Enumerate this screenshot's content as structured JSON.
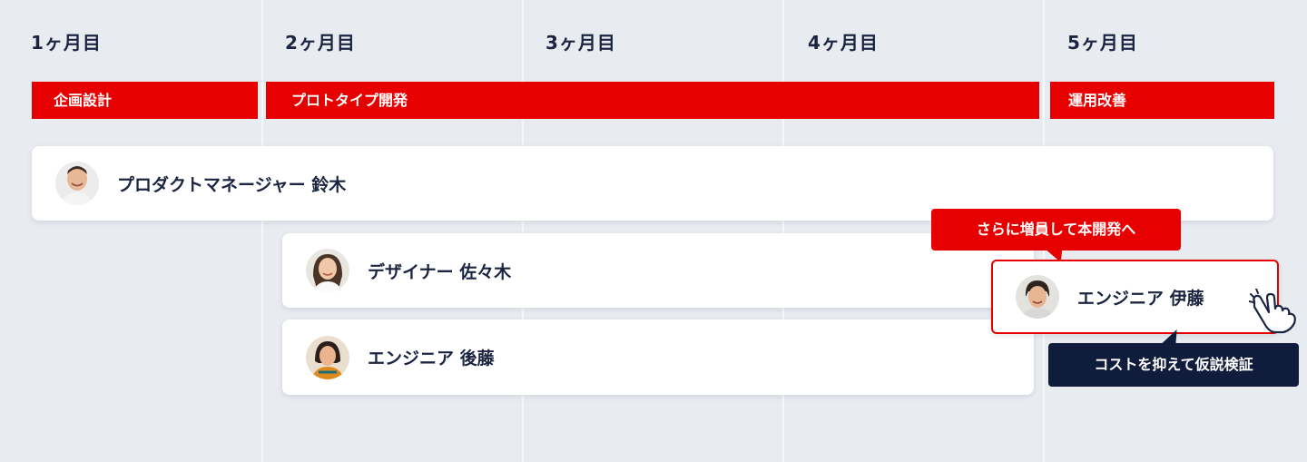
{
  "timeline": {
    "months": [
      "1ヶ月目",
      "2ヶ月目",
      "3ヶ月目",
      "4ヶ月目",
      "5ヶ月目"
    ],
    "phases": [
      "企画設計",
      "プロトタイプ開発",
      "運用改善"
    ]
  },
  "members": [
    {
      "label": "プロダクトマネージャー 鈴木"
    },
    {
      "label": "デザイナー 佐々木"
    },
    {
      "label": "エンジニア 後藤"
    },
    {
      "label": "エンジニア 伊藤"
    }
  ],
  "callouts": {
    "scale_up": "さらに増員して本開発へ",
    "low_cost": "コストを抑えて仮説検証"
  },
  "colors": {
    "background": "#e8ebf0",
    "phase_red": "#e60000",
    "navy": "#101c3c",
    "text": "#1b2440"
  },
  "icons": [
    "avatar-photo",
    "pointing-hand-icon"
  ]
}
